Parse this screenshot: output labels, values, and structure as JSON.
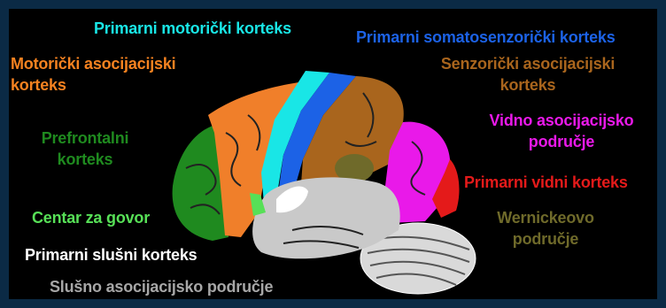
{
  "labels": {
    "primary_motor": "Primarni motorički korteks",
    "primary_somatosensory": "Primarni somatosenzorički korteks",
    "motor_association_1": "Motorički asocijacijski",
    "motor_association_2": "korteks",
    "sensory_association_1": "Senzorički asocijacijski",
    "sensory_association_2": "korteks",
    "prefrontal_1": "Prefrontalni",
    "prefrontal_2": "korteks",
    "visual_association_1": "Vidno asocijacijsko",
    "visual_association_2": "područje",
    "primary_visual": "Primarni vidni korteks",
    "speech_center": "Centar za govor",
    "wernicke_1": "Wernickeovo",
    "wernicke_2": "područje",
    "primary_auditory": "Primarni slušni korteks",
    "auditory_association": "Slušno asocijacijsko područje"
  },
  "colors": {
    "primary_motor": "#19e6e6",
    "primary_somatosensory": "#1c62e6",
    "motor_association": "#f58220",
    "sensory_association": "#a9651d",
    "prefrontal": "#1f8a1f",
    "visual_association": "#e919e9",
    "primary_visual": "#e41a1a",
    "speech_center": "#57e057",
    "wernicke": "#6f6a2a",
    "primary_auditory": "#ffffff",
    "auditory_association": "#a7a7a7",
    "brain_lobes": "#f07f2a",
    "temporal": "#c9c9c9"
  }
}
